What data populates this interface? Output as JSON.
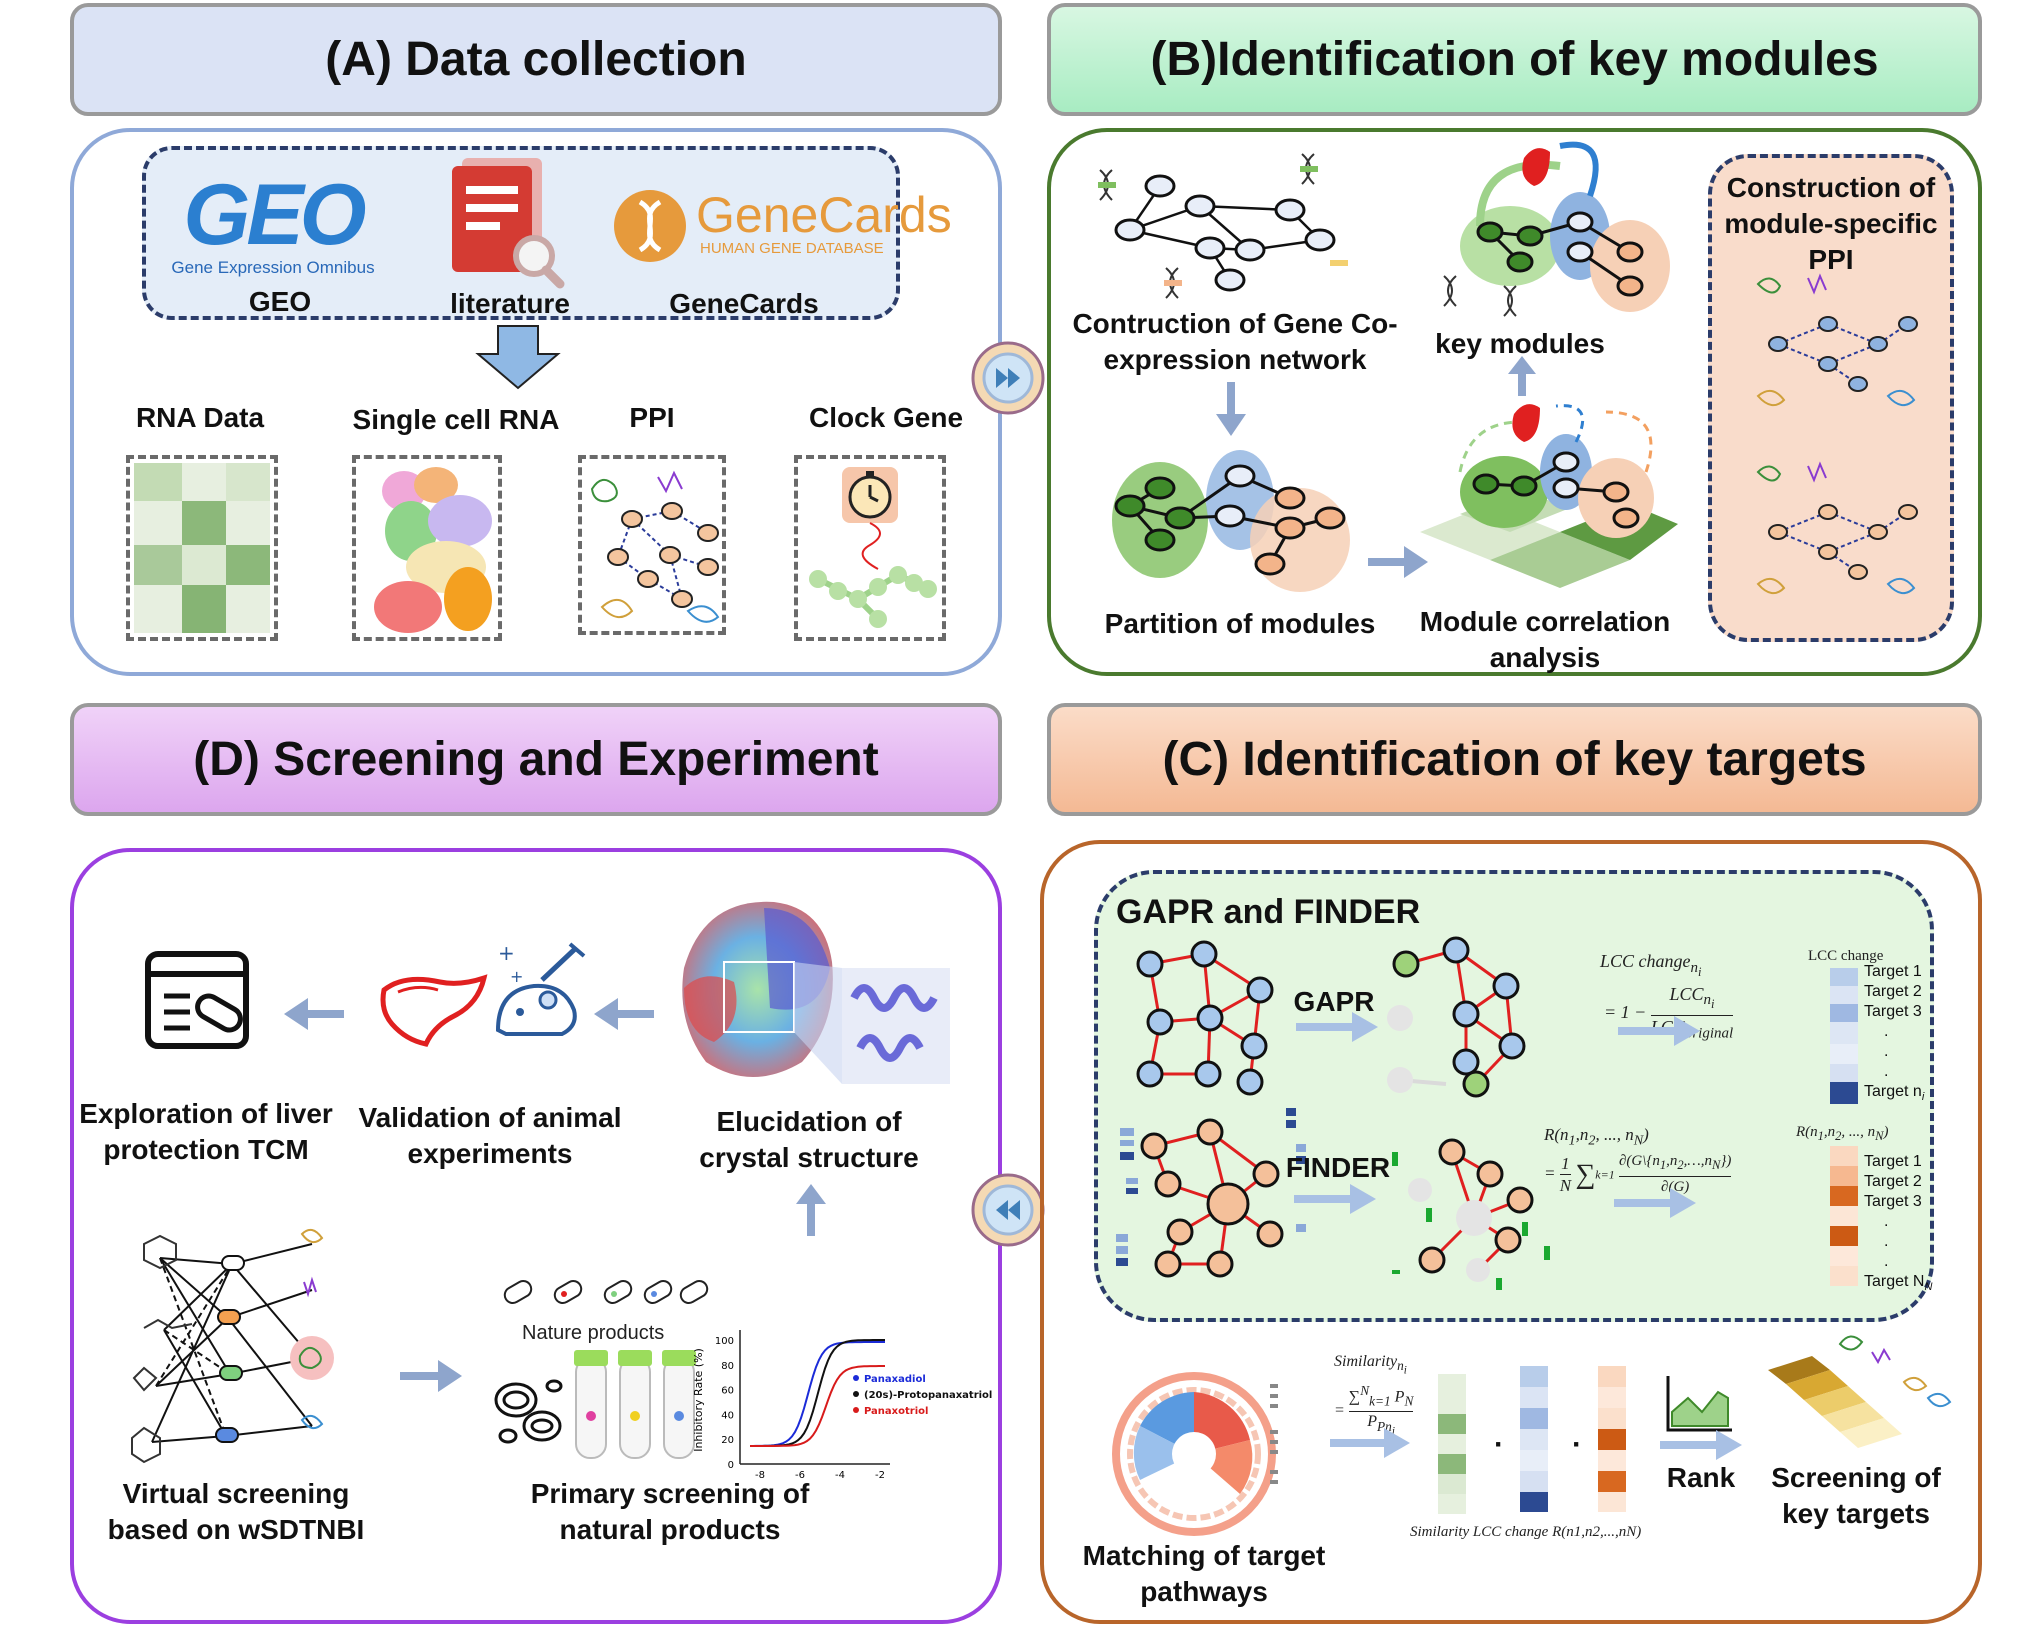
{
  "headers": {
    "a": "(A) Data collection",
    "b": "(B)Identification of key modules",
    "c": "(C) Identification of key targets",
    "d": "(D) Screening and Experiment"
  },
  "colors": {
    "header_a": "#dbe3f5",
    "header_b": "#b6f0cc",
    "header_c": "#f7c8a8",
    "header_d": "#e6b6f2",
    "border_a": "#8fa9d8",
    "border_b": "#4a7a2e",
    "border_c": "#b8652a",
    "border_d": "#9b3fe0",
    "module_green": "#7fbf5f",
    "module_blue": "#8fb3e0",
    "module_orange": "#f3b48a",
    "network_red": "#e02020"
  },
  "panel_a": {
    "sources": {
      "geo_logo": "GEO",
      "geo_sub": "Gene Expression Omnibus",
      "geo": "GEO",
      "literature": "literature",
      "genecards_logo": "GeneCards",
      "genecards_sub": "HUMAN GENE DATABASE",
      "genecards": "GeneCards"
    },
    "data_types": [
      "RNA Data",
      "Single cell RNA",
      "PPI",
      "Clock Gene"
    ]
  },
  "panel_b": {
    "coexpression": "Contruction of Gene Co-expression network",
    "partition": "Partition of modules",
    "key_modules": "key modules",
    "correlation": "Module correlation analysis",
    "ppi": "Construction of module-specific PPI"
  },
  "panel_c": {
    "title": "GAPR and FINDER",
    "gapr": "GAPR",
    "finder": "FINDER",
    "lcc_legend": "LCC change",
    "targets_lcc": [
      "Target 1",
      "Target 2",
      "Target 3",
      ".",
      ".",
      ".",
      "Target n"
    ],
    "targets_finder": [
      "Target 1",
      "Target 2",
      "Target 3",
      ".",
      ".",
      ".",
      "Target N"
    ],
    "target_sub_lcc": "i",
    "target_sub_finder": "N",
    "matching": "Matching of target pathways",
    "rank": "Rank",
    "screening": "Screening of key targets",
    "product_labels": "Similarity LCC change R(n1,n2,...,nN)"
  },
  "panel_d": {
    "exploration": "Exploration of liver protection TCM",
    "validation": "Validation of animal experiments",
    "crystal": "Elucidation of crystal structure",
    "virtual": "Virtual screening based on wSDTNBI",
    "primary": "Primary screening of natural products",
    "nature_products": "Nature products",
    "curve_chart": {
      "ylabel": "Inhibitory Rate (%)",
      "y_ticks": [
        "0",
        "20",
        "40",
        "60",
        "80",
        "100"
      ],
      "x_ticks": [
        "-8",
        "-6",
        "-4",
        "-2"
      ],
      "legend": [
        "Panaxadiol",
        "(20s)-Protopanaxatriol",
        "Panaxotriol"
      ],
      "series_colors": [
        "#1b2bd8",
        "#111111",
        "#d81b1b"
      ]
    }
  }
}
